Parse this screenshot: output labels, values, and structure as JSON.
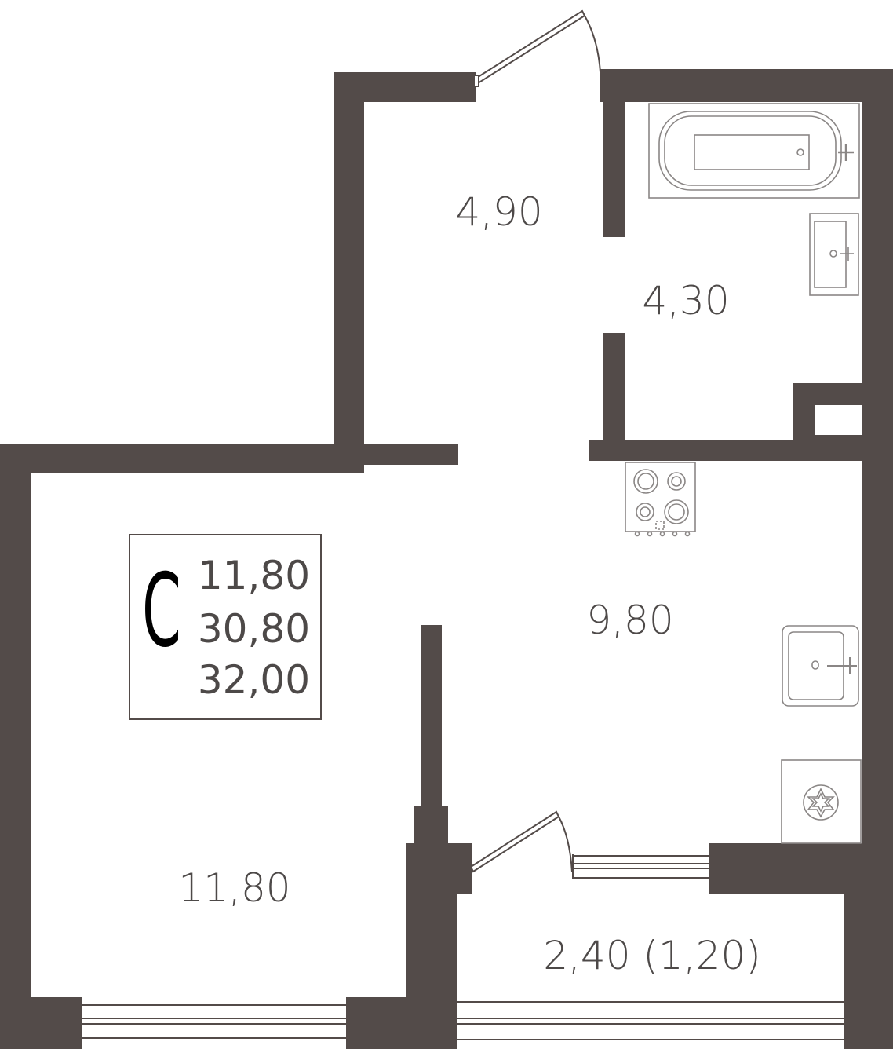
{
  "colors": {
    "wall": "#534b49",
    "fixture": "#8a8685",
    "text": "#4d4948",
    "badge_letter": "#000000"
  },
  "plan": {
    "rooms": {
      "hallway": "4,90",
      "bathroom": "4,30",
      "kitchen": "9,80",
      "living_room": "11,80",
      "balcony": "2,40 (1,20)"
    },
    "badge": {
      "letter": "С",
      "values": [
        "11,80",
        "30,80",
        "32,00"
      ]
    },
    "fixtures": [
      "bathtub-icon",
      "washbasin-icon",
      "stove-icon",
      "kitchen-sink-icon",
      "boiler-icon",
      "door-icon",
      "window-icon"
    ]
  }
}
